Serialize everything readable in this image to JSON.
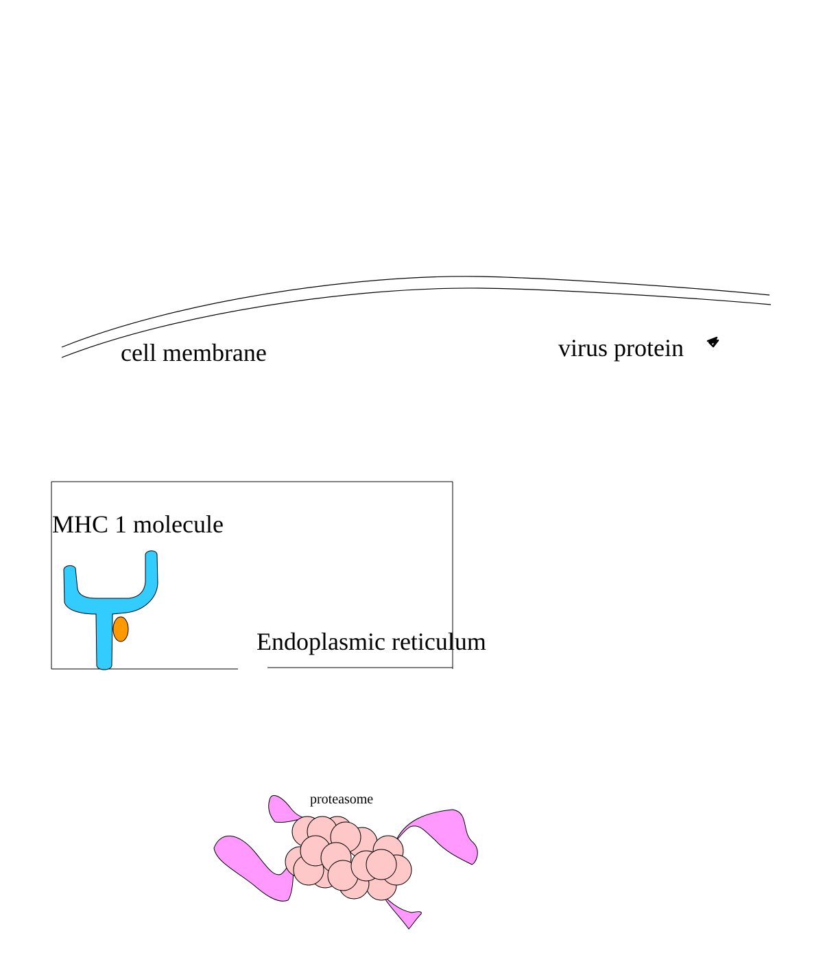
{
  "diagram": {
    "labels": {
      "cell_membrane": "cell membrane",
      "virus_protein": "virus protein",
      "mhc_molecule": "MHC 1 molecule",
      "endoplasmic_reticulum": "Endoplasmic reticulum",
      "proteasome": "proteasome"
    },
    "colors": {
      "background": "#ffffff",
      "membrane_stroke": "#000000",
      "mhc_fill": "#33ccff",
      "peptide_fill": "#ff9900",
      "proteasome_core_fill": "#ffc8c8",
      "proteasome_cap_fill": "#ff99ff",
      "outline": "#000000"
    }
  }
}
